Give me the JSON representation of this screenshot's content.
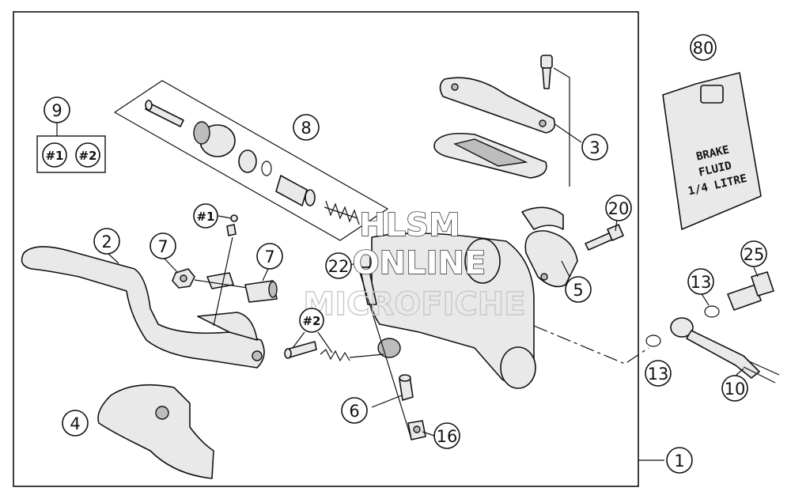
{
  "callouts": {
    "c1": "1",
    "c2": "2",
    "c3": "3",
    "c4": "4",
    "c5": "5",
    "c6": "6",
    "c7a": "7",
    "c7b": "7",
    "c8": "8",
    "c9": "9",
    "c10": "10",
    "c13a": "13",
    "c13b": "13",
    "c16": "16",
    "c20": "20",
    "c22": "22",
    "c25": "25",
    "c80": "80"
  },
  "refs": {
    "r1_box": "#1",
    "r2_box": "#2",
    "r1_lever": "#1",
    "r2_spring": "#2"
  },
  "fluid_can": {
    "line1": "BRAKE",
    "line2": "FLUID",
    "line3": "1/4 LITRE"
  },
  "watermark": {
    "line1": "HLSM",
    "line2": "ONLINE",
    "line3": "MICROFICHE"
  }
}
